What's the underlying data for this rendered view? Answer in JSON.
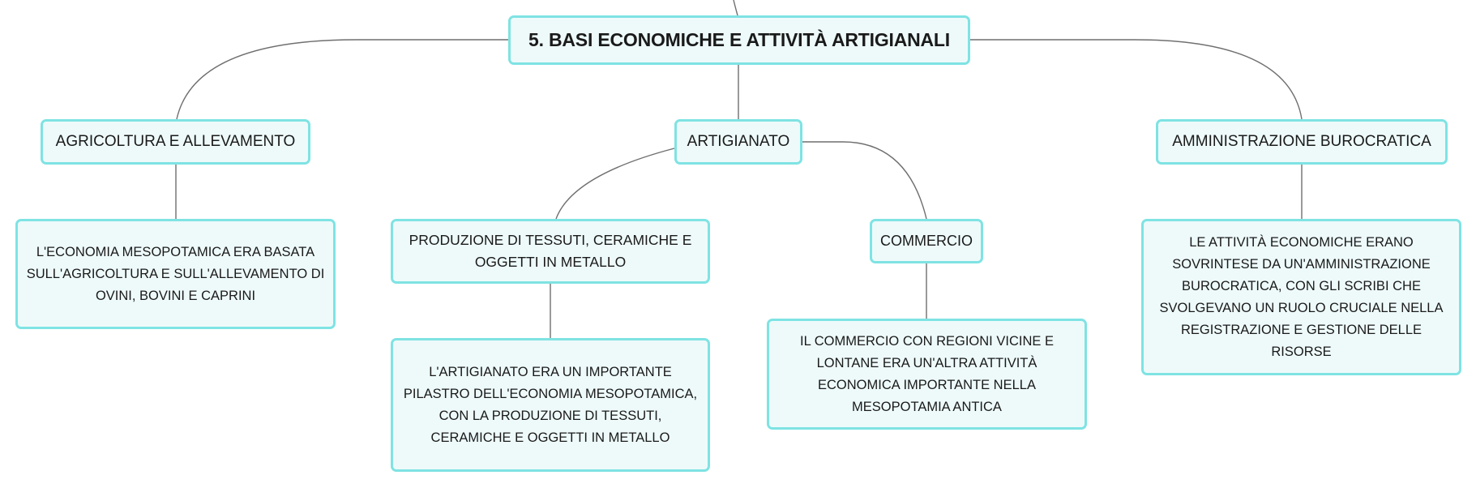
{
  "root": {
    "title": "5. BASI ECONOMICHE E ATTIVITÀ ARTIGIANALI"
  },
  "topics": {
    "agricoltura": {
      "label": "AGRICOLTURA E ALLEVAMENTO",
      "detail": "L'ECONOMIA MESOPOTAMICA ERA BASATA SULL'AGRICOLTURA E SULL'ALLEVAMENTO DI OVINI, BOVINI E CAPRINI"
    },
    "artigianato": {
      "label": "ARTIGIANATO",
      "produzione": {
        "label": "PRODUZIONE DI TESSUTI, CERAMICHE E OGGETTI IN METALLO",
        "detail": "L'ARTIGIANATO ERA UN IMPORTANTE PILASTRO DELL'ECONOMIA MESOPOTAMICA, CON LA PRODUZIONE DI TESSUTI, CERAMICHE E OGGETTI IN METALLO"
      },
      "commercio": {
        "label": "COMMERCIO",
        "detail": "IL COMMERCIO CON REGIONI VICINE E LONTANE ERA UN'ALTRA ATTIVITÀ ECONOMICA IMPORTANTE NELLA MESOPOTAMIA ANTICA"
      }
    },
    "amministrazione": {
      "label": "AMMINISTRAZIONE BUROCRATICA",
      "detail": "LE ATTIVITÀ ECONOMICHE ERANO SOVRINTESE DA UN'AMMINISTRAZIONE BUROCRATICA, CON GLI SCRIBI CHE SVOLGEVANO UN RUOLO CRUCIALE NELLA REGISTRAZIONE E GESTIONE DELLE RISORSE"
    }
  }
}
